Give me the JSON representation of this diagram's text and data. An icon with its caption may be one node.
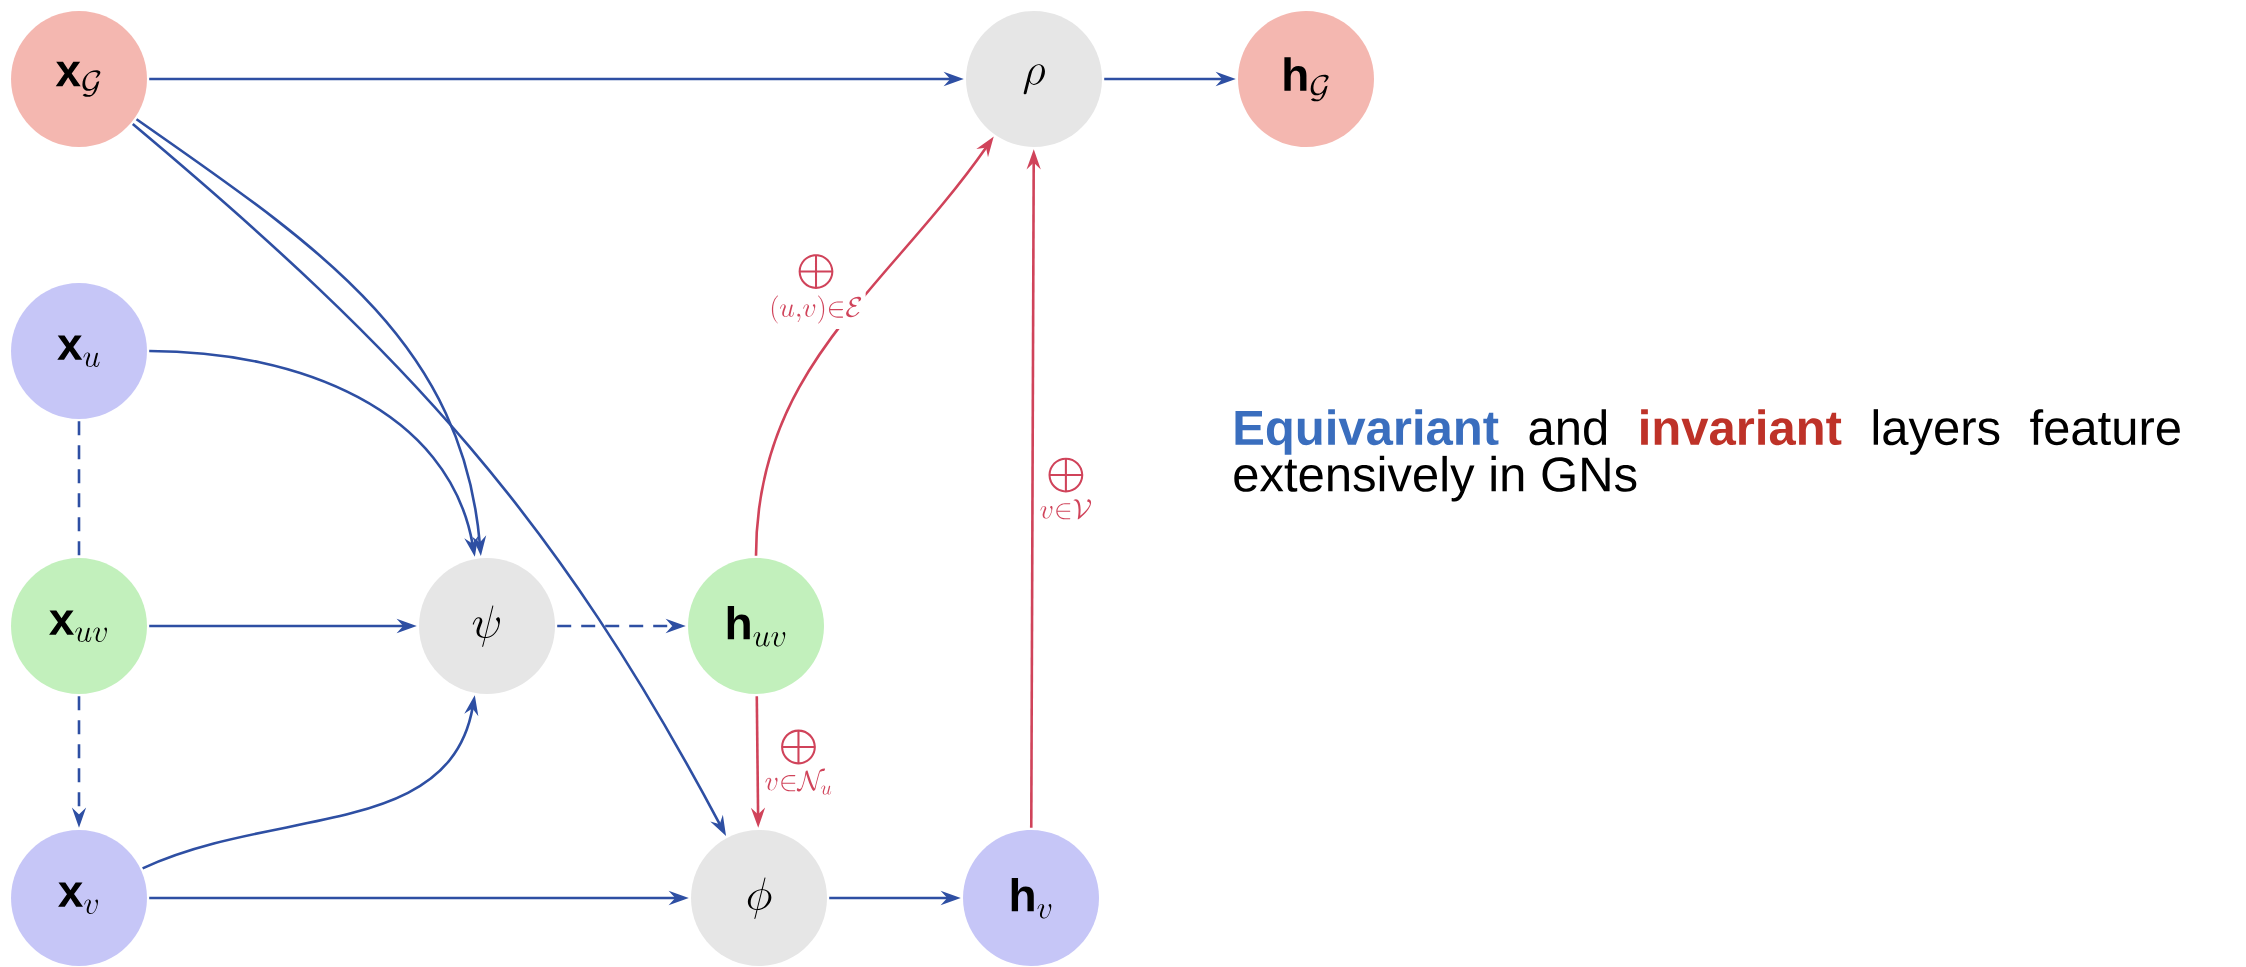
{
  "diagram": {
    "nodes": [
      {
        "text": [
          "\\mathbf{x}_{\\mathcal{G}}"
        ]
      },
      {
        "text": [
          "\\rho"
        ]
      },
      {
        "text": [
          "\\mathbf{h}_{\\mathcal{G}}"
        ]
      },
      {
        "text": [
          "\\mathbf{x}_{u}"
        ]
      },
      {
        "text": [
          "\\mathbf{x}_{uv}"
        ]
      },
      {
        "text": [
          "\\psi"
        ]
      },
      {
        "text": [
          "\\mathbf{h}_{uv}"
        ]
      },
      {
        "text": [
          "\\mathbf{x}_{v}"
        ]
      },
      {
        "text": [
          "\\phi"
        ]
      },
      {
        "text": [
          "\\mathbf{h}_{v}"
        ]
      }
    ],
    "edges": [
      {
        "from": 0,
        "to": 1,
        "arrow": "to"
      },
      {
        "from": 1,
        "to": 2,
        "arrow": "to"
      },
      {
        "from": 0,
        "to": 5,
        "arrow": "to"
      },
      {
        "from": 0,
        "to": 8,
        "arrow": "to"
      },
      {
        "from": 3,
        "to": 5,
        "arrow": "to"
      },
      {
        "from": 3,
        "to": 4,
        "arrow": "none",
        "style": "dashed"
      },
      {
        "from": 4,
        "to": 5,
        "arrow": "to"
      },
      {
        "from": 4,
        "to": 7,
        "arrow": "to",
        "style": "dashed"
      },
      {
        "from": 5,
        "to": 6,
        "arrow": "to",
        "style": "dashed"
      },
      {
        "from": 6,
        "to": 1,
        "arrow": "to",
        "color": "#d0435a",
        "label": "\\bigoplus_{(u,v)\\in\\mathcal{E}}"
      },
      {
        "from": 7,
        "to": 5,
        "arrow": "to"
      },
      {
        "from": 7,
        "to": 8,
        "arrow": "to"
      },
      {
        "from": 8,
        "to": 9,
        "arrow": "to"
      },
      {
        "from": 6,
        "to": 8,
        "arrow": "to",
        "color": "#d0435a",
        "label": "\\bigoplus_{v\\in\\mathcal{N}_u}"
      },
      {
        "from": 9,
        "to": 1,
        "arrow": "to",
        "color": "#d0435a",
        "label": "\\bigoplus_{v\\in\\mathcal{V}}"
      }
    ],
    "labels": [
      "**Equivariant** and **invariant** layers feature extensively in GNs"
    ]
  }
}
